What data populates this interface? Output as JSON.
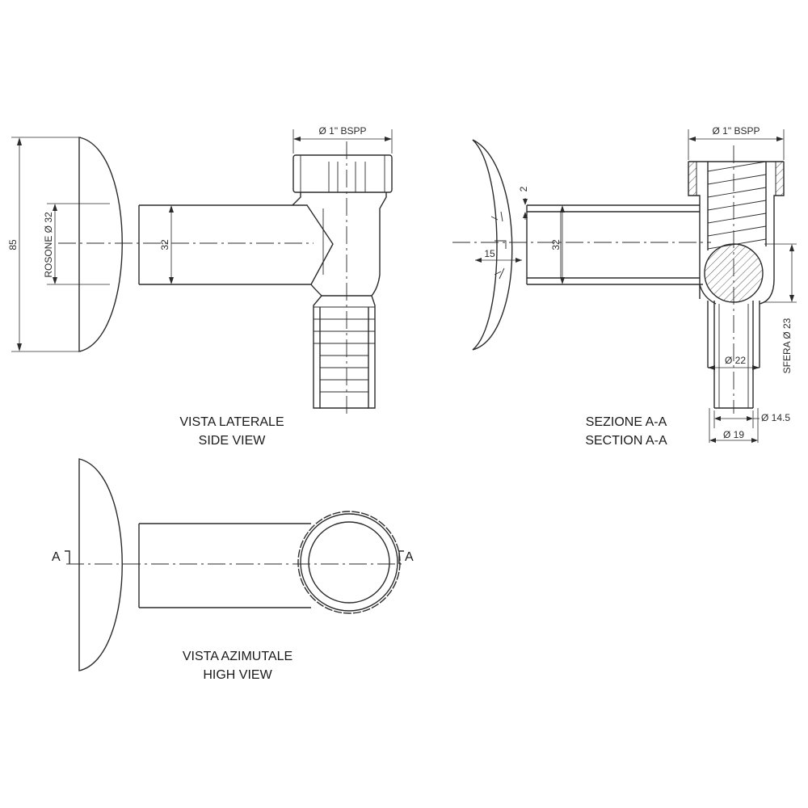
{
  "views": {
    "side": {
      "title_it": "VISTA LATERALE",
      "title_en": "SIDE VIEW"
    },
    "section": {
      "title_it": "SEZIONE A-A",
      "title_en": "SECTION A-A"
    },
    "top": {
      "title_it": "VISTA AZIMUTALE",
      "title_en": "HIGH VIEW"
    }
  },
  "dimensions": {
    "overall_height": "85",
    "rosette": "ROSONE Ø 32",
    "pipe_side": "32",
    "thread_side": "Ø 1\" BSPP",
    "thread_section": "Ø 1\" BSPP",
    "pipe_section": "32",
    "wall_gap": "2",
    "rosette_depth": "15",
    "ball": "SFERA Ø 23",
    "outlet_22": "Ø 22",
    "outlet_14_5": "Ø 14.5",
    "outlet_19": "Ø 19"
  },
  "section_marks": {
    "left": "A",
    "right": "A"
  }
}
